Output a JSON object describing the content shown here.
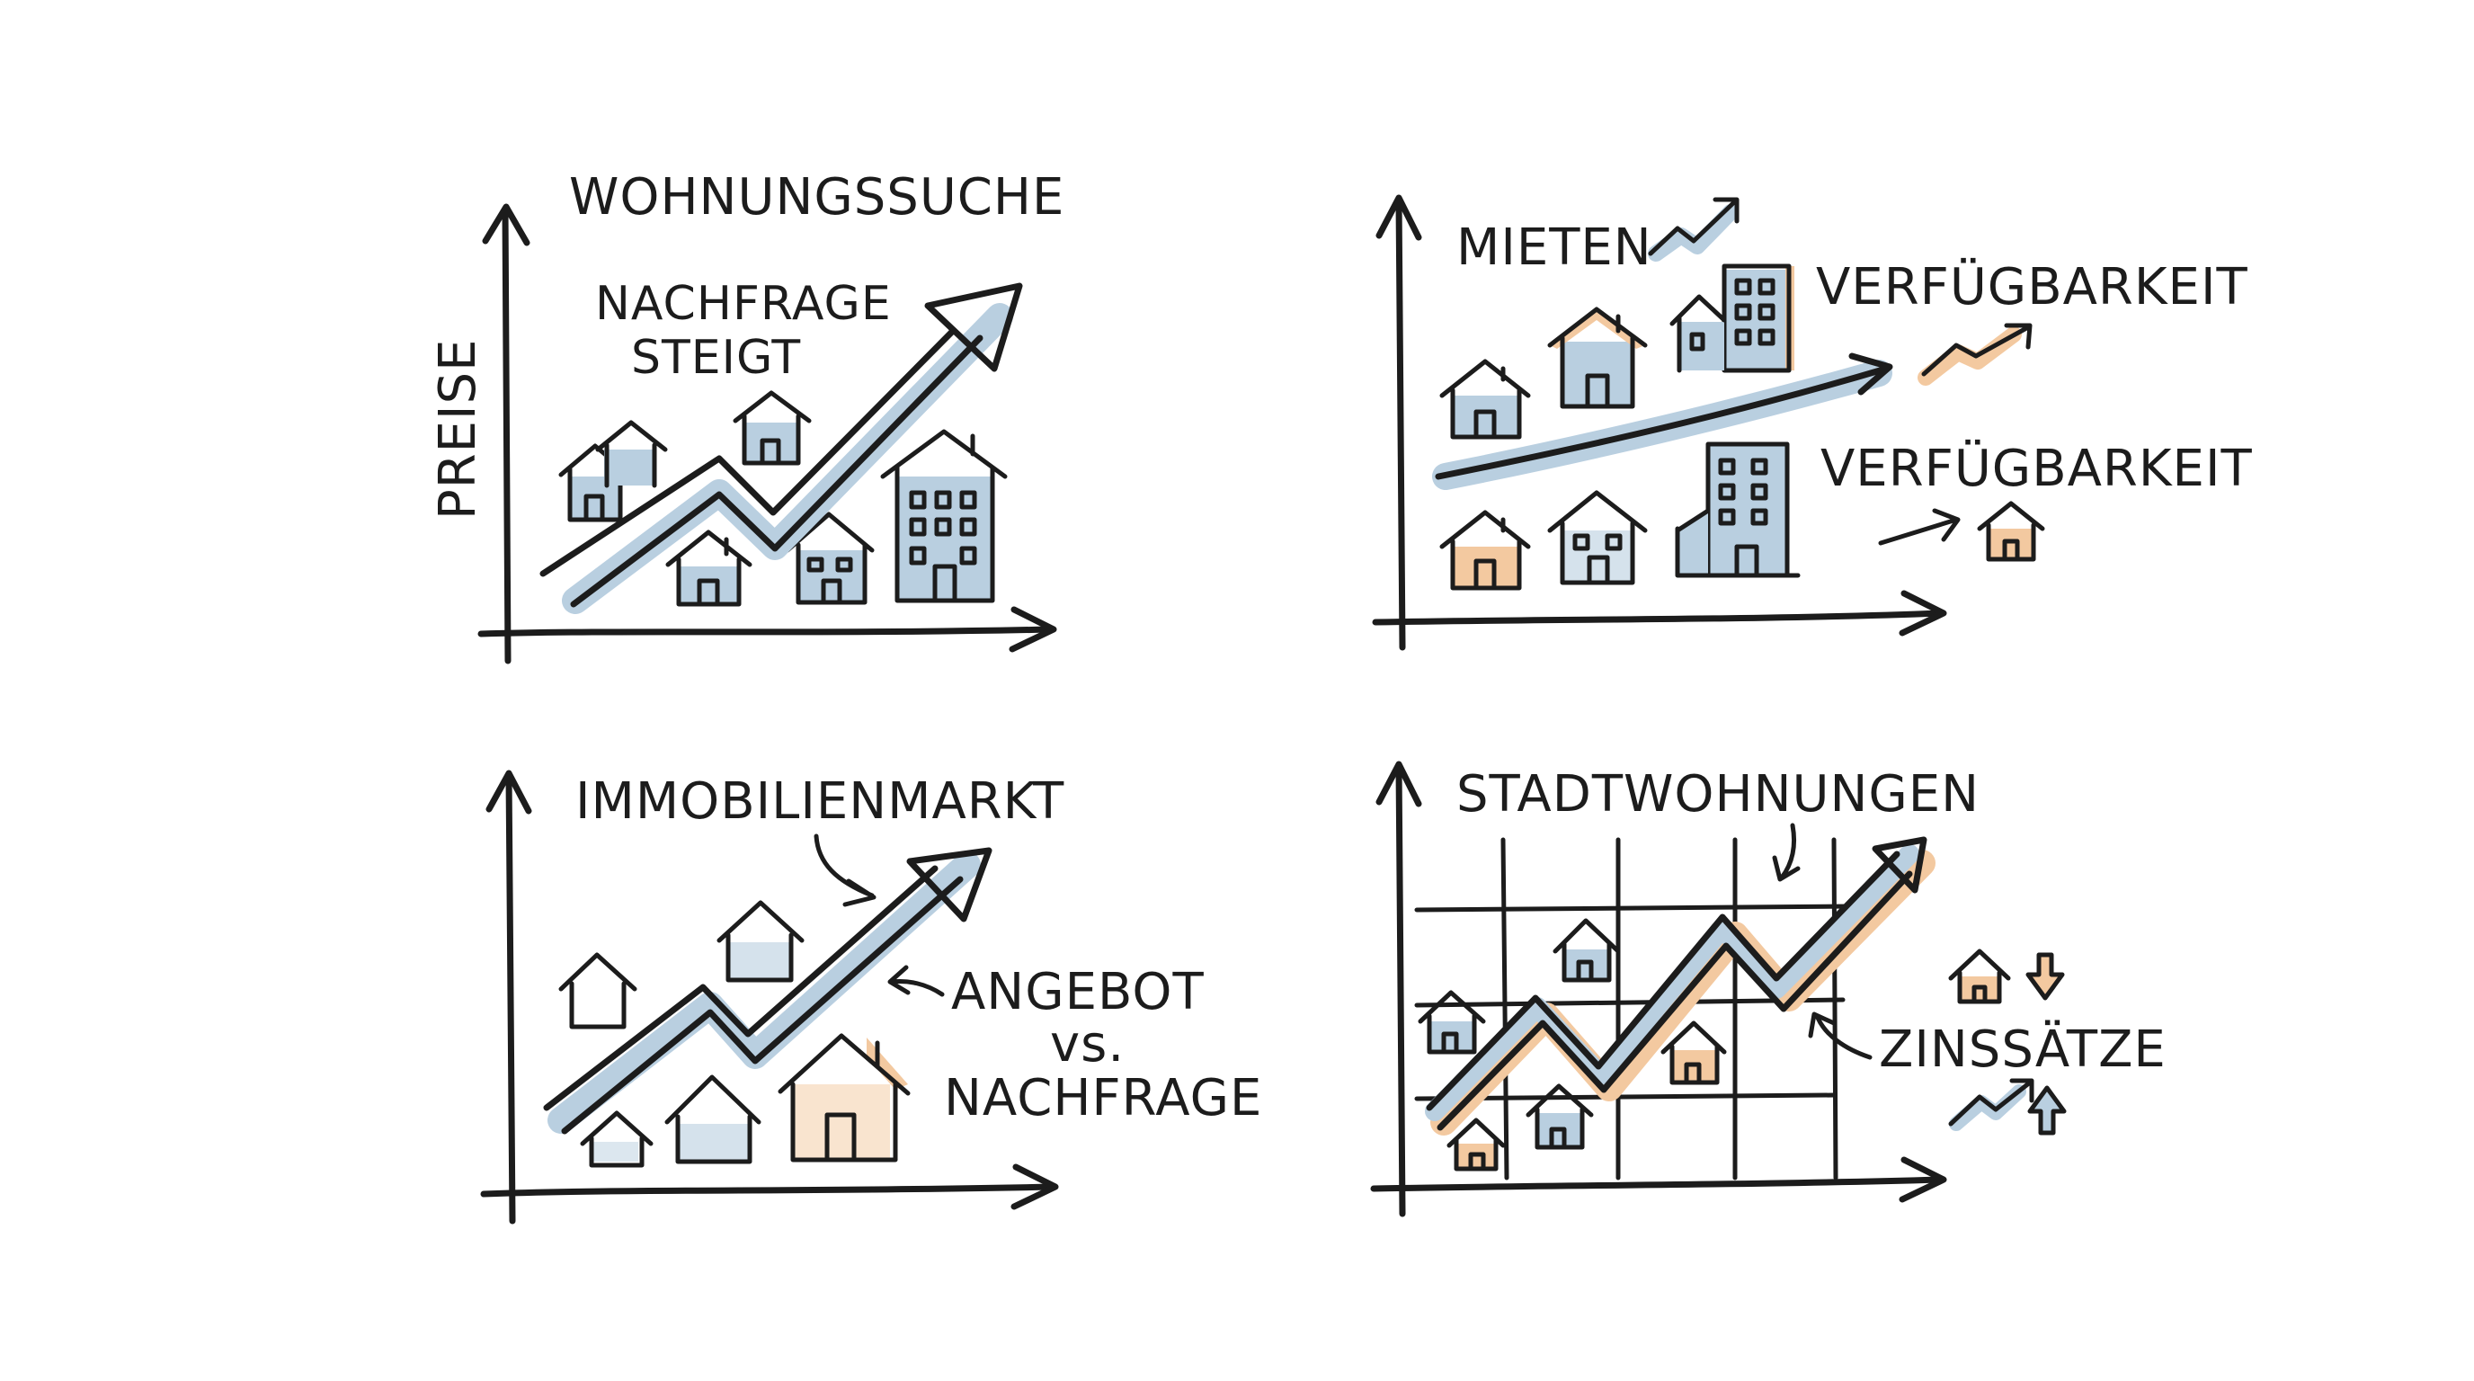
{
  "panels": [
    {
      "title": "WOHNUNGSSUCHE",
      "y_axis_label": "PREISE",
      "labels": [
        "NACHFRAGE",
        "STEIGT"
      ]
    },
    {
      "labels": [
        "MIETEN",
        "VERFÜGBARKEIT",
        "VERFÜGBARKEIT"
      ]
    },
    {
      "title": "IMMOBILIENMARKT",
      "labels": [
        "ANGEBOT",
        "vs.",
        "NACHFRAGE"
      ]
    },
    {
      "title": "STADTWOHNUNGEN",
      "labels": [
        "ZINSSÄTZE"
      ]
    }
  ],
  "colors": {
    "ink": "#1c1c1c",
    "blue_fill": "#b9cfe0",
    "orange_fill": "#f3c9a0"
  }
}
